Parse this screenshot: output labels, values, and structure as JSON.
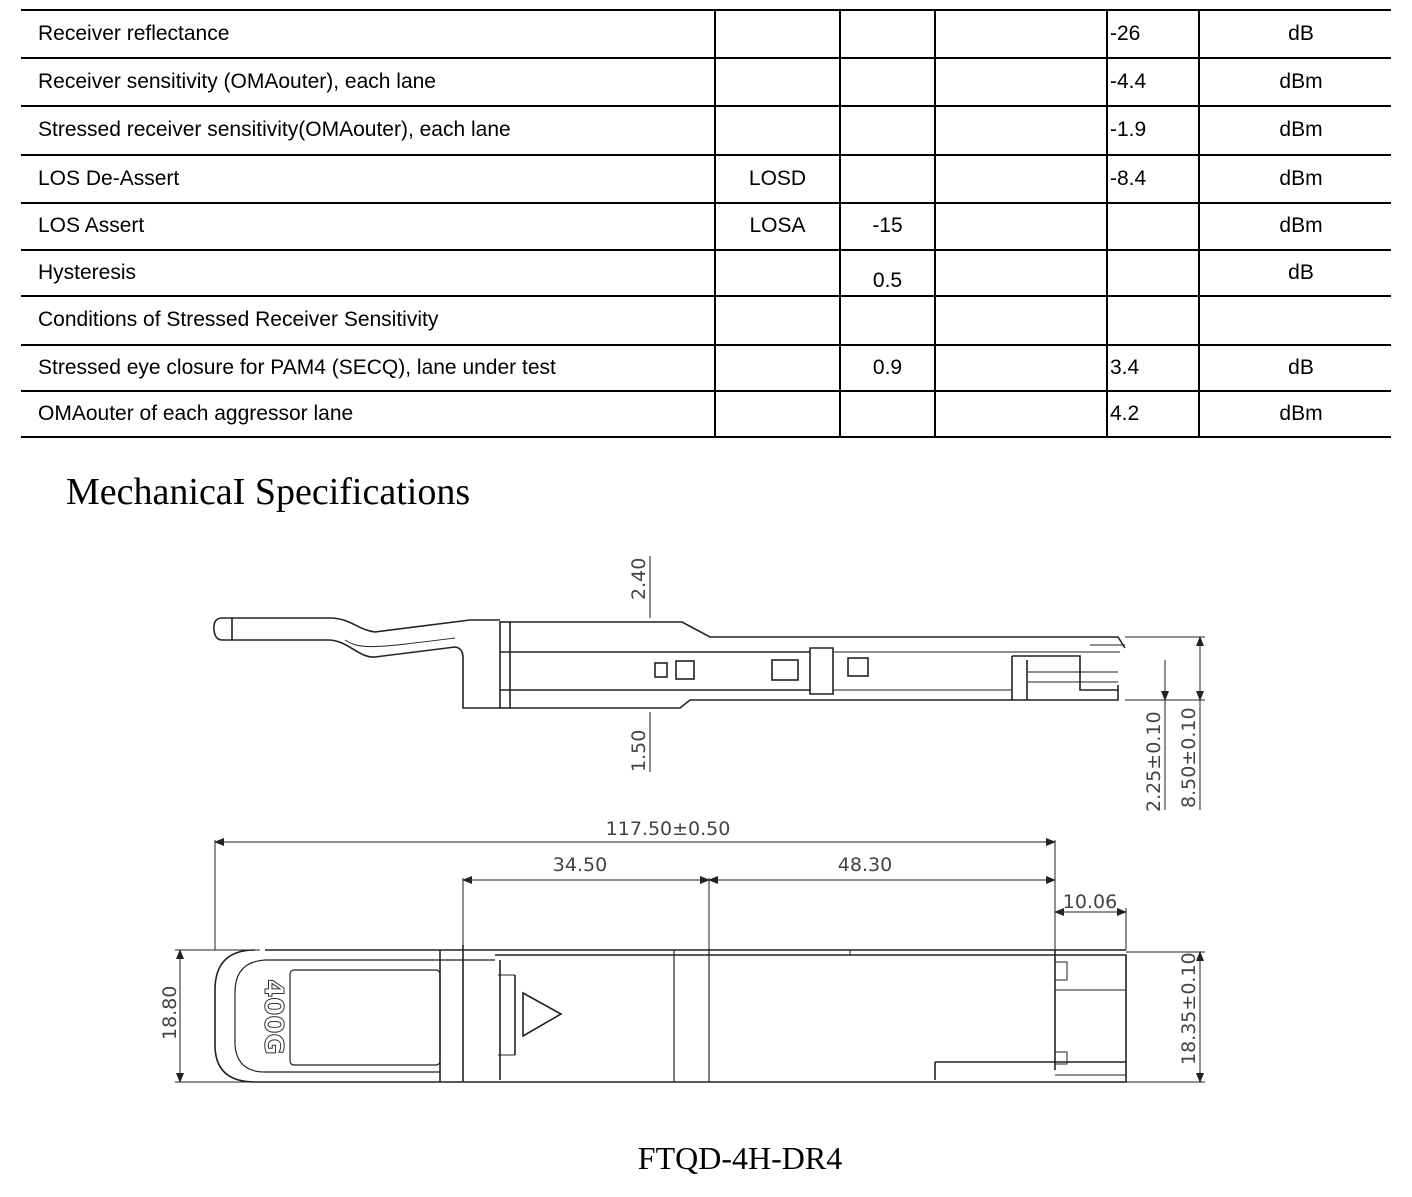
{
  "table": {
    "rows": [
      {
        "param": "Receiver reflectance",
        "symbol": "",
        "min": "",
        "typ": "",
        "max": "-26",
        "unit": "dB"
      },
      {
        "param": "Receiver sensitivity (OMAouter), each lane",
        "symbol": "",
        "min": "",
        "typ": "",
        "max": "-4.4",
        "unit": "dBm"
      },
      {
        "param": "Stressed  receiver sensitivity(OMAouter), each lane",
        "symbol": "",
        "min": "",
        "typ": "",
        "max": "-1.9",
        "unit": "dBm"
      },
      {
        "param": "LOS De-Assert",
        "symbol": "LOSD",
        "min": "",
        "typ": "",
        "max": "-8.4",
        "unit": "dBm"
      },
      {
        "param": "LOS Assert",
        "symbol": "LOSA",
        "min": "-15",
        "typ": "",
        "max": "",
        "unit": "dBm"
      },
      {
        "param": "Hysteresis",
        "symbol": "",
        "min": "0.5",
        "typ": "",
        "max": "",
        "unit": "dB"
      },
      {
        "param": "Conditions of Stressed  Receiver Sensitivity",
        "symbol": "",
        "min": "",
        "typ": "",
        "max": "",
        "unit": ""
      },
      {
        "param": "Stressed eye closure for PAM4  (SECQ), lane under test",
        "symbol": "",
        "min": "0.9",
        "typ": "",
        "max": "3.4",
        "unit": "dB"
      },
      {
        "param": "OMAouter of each aggressor lane",
        "symbol": "",
        "min": "",
        "typ": "",
        "max": "4.2",
        "unit": "dBm"
      }
    ]
  },
  "section_heading": "MechanicaI Specifications",
  "drawing": {
    "side_view": {
      "dim_top": "2.40",
      "dim_bottom": "1.50",
      "dim_right_inner": "2.25±0.10",
      "dim_right_outer": "8.50±0.10"
    },
    "top_view": {
      "dim_total": "117.50±0.50",
      "dim_a": "34.50",
      "dim_b": "48.30",
      "dim_c": "10.06",
      "dim_height_left": "18.80",
      "dim_height_right": "18.35±0.10",
      "label": "400G"
    }
  },
  "caption": "FTQD-4H-DR4"
}
